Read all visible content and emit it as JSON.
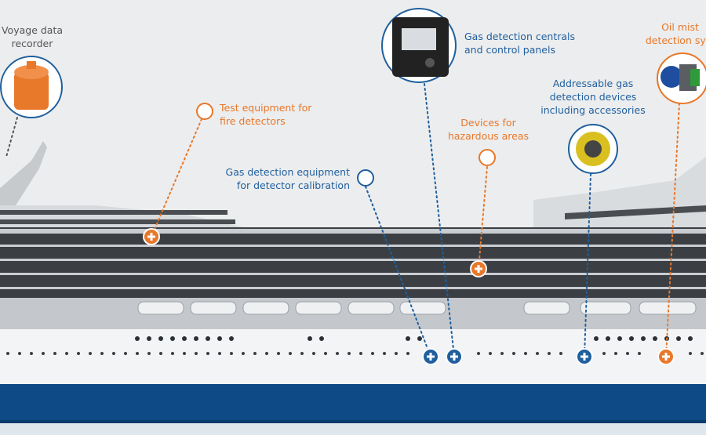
{
  "colors": {
    "orange": "#e8782a",
    "blue": "#1f5f9e",
    "hull_blue": "#0e4a86",
    "background": "#ecedee"
  },
  "labels": {
    "vdr": [
      "Voyage data",
      "recorder"
    ],
    "test_equipment": [
      "Test equipment for",
      "fire detectors"
    ],
    "gas_calibration": [
      "Gas detection equipment",
      "for detector calibration"
    ],
    "gas_centrals": [
      "Gas detection centrals",
      "and control panels"
    ],
    "hazardous": [
      "Devices for",
      "hazardous areas"
    ],
    "addressable": [
      "Addressable gas",
      "detection devices",
      "including accessories"
    ],
    "oil_mist": [
      "Oil mist",
      "detection syst"
    ]
  },
  "markers": [
    {
      "id": "test-equipment",
      "color": "orange"
    },
    {
      "id": "hazardous-areas",
      "color": "orange"
    },
    {
      "id": "gas-calibration",
      "color": "blue"
    },
    {
      "id": "gas-centrals",
      "color": "blue"
    },
    {
      "id": "addressable-gas",
      "color": "blue"
    },
    {
      "id": "oil-mist",
      "color": "orange"
    }
  ]
}
